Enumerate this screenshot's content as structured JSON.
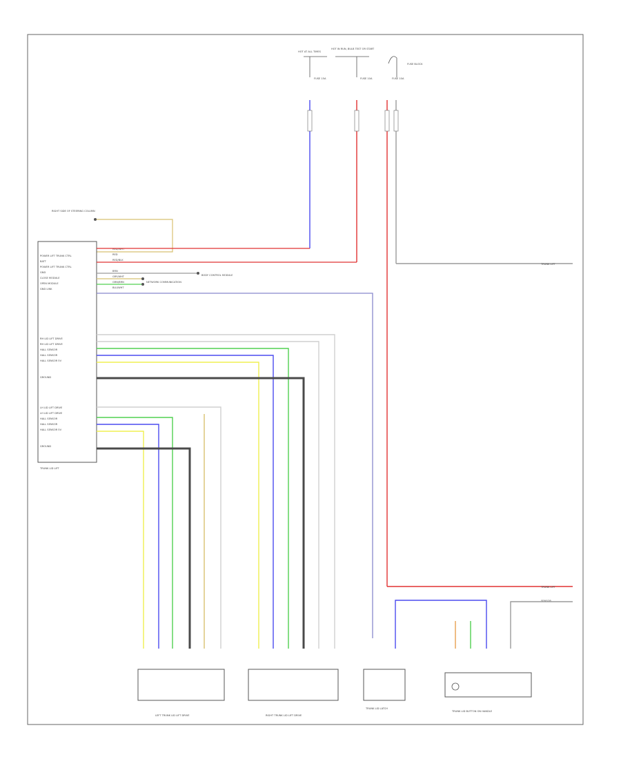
{
  "diagram": {
    "figure_id": "",
    "top_sources": [
      "HOT AT ALL TIMES",
      "HOT IN RUN, BULB TEST OR START",
      "FUSE BLOCK"
    ],
    "fuses": [
      "FUSE 15A",
      "FUSE 10A",
      "FUSE 10A"
    ],
    "left_note": "RIGHT SIDE OF STEERING COLUMN",
    "module": {
      "name": "TRUNK LID LIFT",
      "pins": [
        "POWER LIFT TRUNK CTRL",
        "BATT",
        "POWER LIFT TRUNK CTRL",
        "GND",
        "CLOSE MODULE",
        "OPEN MODULE",
        "GND LINK",
        "",
        "RH LID LIFT DRIVE",
        "RH LID LIFT DRIVE",
        "HALL SENSOR",
        "HALL SENSOR",
        "HALL SENSOR 5V",
        "GROUND",
        "LH LID LIFT DRIVE",
        "LH LID LIFT DRIVE",
        "HALL SENSOR",
        "HALL SENSOR",
        "HALL SENSOR 5V",
        "GROUND"
      ],
      "wire_colors": [
        "RED/WHT",
        "RED",
        "RED/BLK",
        "BRN",
        "GRY/WHT",
        "GRN/BRN",
        "BLU/WHT"
      ]
    },
    "notes": [
      "BODY CONTROL MODULE",
      "NETWORK COMMUNICATION"
    ],
    "components": [
      "LEFT TRUNK LID LIFT DRIVE",
      "RIGHT TRUNK LID LIFT DRIVE",
      "TRUNK LID LATCH",
      "TRUNK LID BUTTON ON HANDLE"
    ],
    "right_refs": [
      "TRUNK LIFT",
      "TRUNK LIFT",
      "SENSOR"
    ],
    "colors": {
      "red": "#e03030",
      "blue": "#4a4aef",
      "green": "#50d050",
      "yellow": "#f0f050",
      "gray": "#9a9a9a",
      "dark": "#4a4a4a",
      "tan": "#d8c070",
      "orange": "#e8a050",
      "frame": "#666666"
    }
  }
}
